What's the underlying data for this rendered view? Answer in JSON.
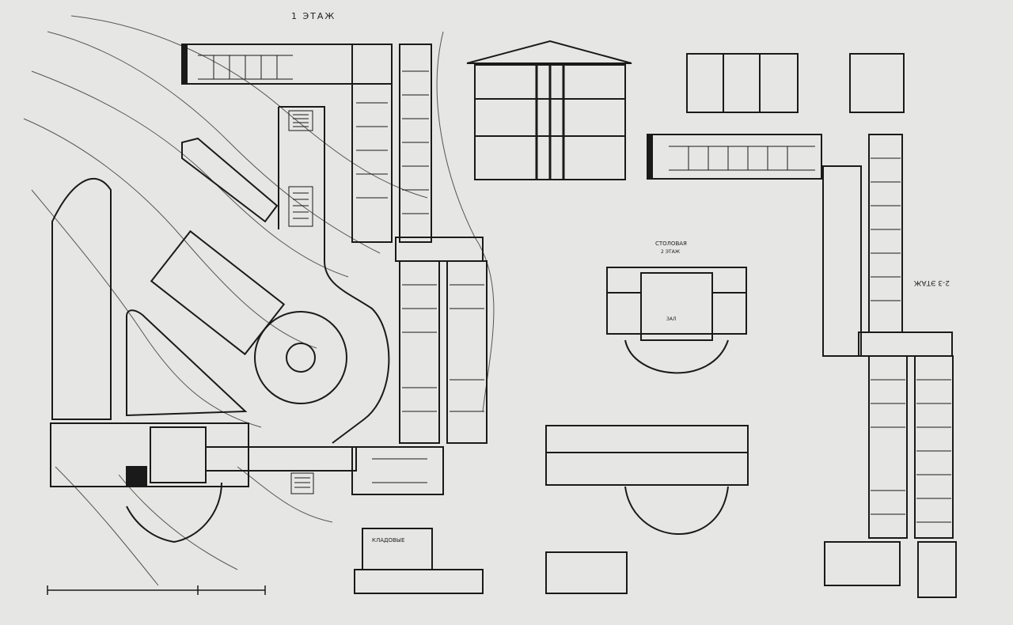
{
  "sheet": {
    "labels": {
      "floor1_title": "1 ЭТАЖ",
      "floor23_title": "2-3 ЭТАЖ",
      "canteen_title": "СТОЛОВАЯ",
      "canteen_subtitle": "2 ЭТАЖ",
      "hall_label": "ЗАЛ",
      "storage_label": "КЛАДОВЫЕ"
    },
    "colors": {
      "paper": "#e6e6e4",
      "ink": "#1a1a1a",
      "contour": "#555555"
    }
  }
}
